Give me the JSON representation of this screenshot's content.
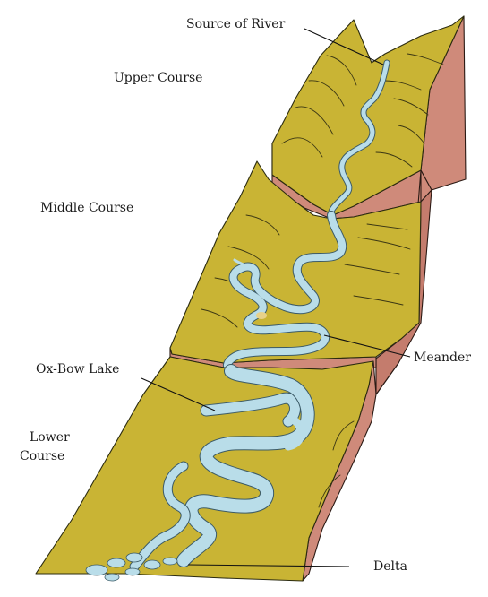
{
  "labels": {
    "source": "Source of River",
    "upper": "Upper Course",
    "middle": "Middle Course",
    "meander": "Meander",
    "oxbow": "Ox-Bow Lake",
    "lower_line1": "Lower",
    "lower_line2": "Course",
    "delta": "Delta"
  },
  "colors": {
    "land": "#c9b434",
    "cliff": "#cf8a7a",
    "water": "#b9dde9"
  }
}
